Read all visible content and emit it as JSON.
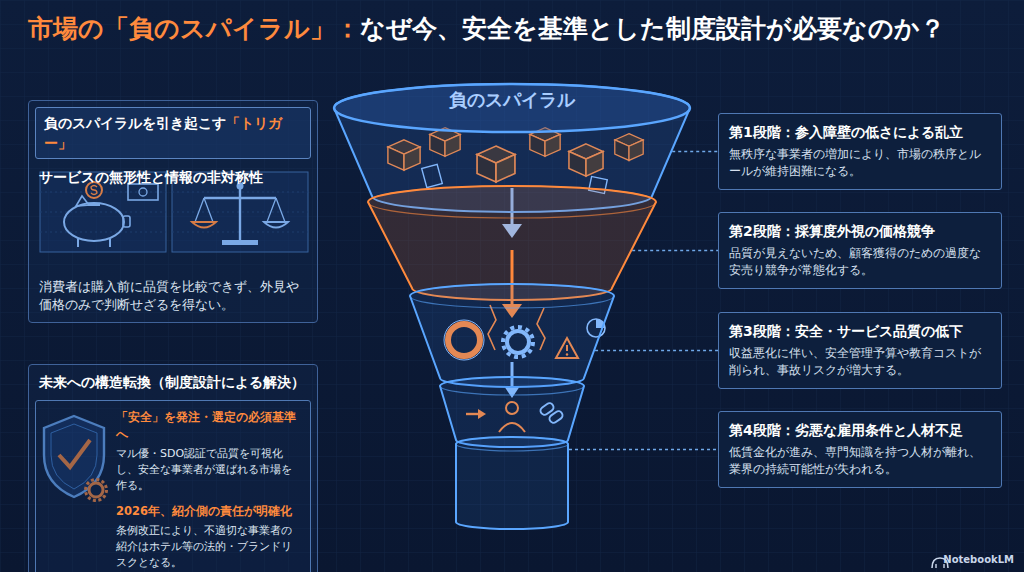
{
  "diagram": {
    "title": "市場の「負のスパイラル」：なぜ今、安全を基準とした制度設計が必要なのか？",
    "nodes": [
      {
        "text": [
          "サービスの無形性と情報の非対称性",
          "消費者は購入前に品質を比較できず、外見や価格のみで判断せざるを得ない。"
        ]
      },
      {
        "text": [
          "負のスパイラルを引き起こす「トリガー」"
        ],
        "in": 0
      },
      {
        "text": [
          "負のスパイラル"
        ]
      },
      {
        "text": [
          "第1段階：参入障壁の低さによる乱立",
          "無秩序な事業者の増加により、市場の秩序とルールが維持困難になる。"
        ]
      },
      {
        "text": [
          "第2段階：採算度外視の価格競争",
          "品質が見えないため、顧客獲得のための過度な安売り競争が常態化する。"
        ]
      },
      {
        "text": [
          "第3段階：安全・サービス品質の低下",
          "収益悪化に伴い、安全管理予算や教育コストが削られ、事故リスクが増大する。"
        ]
      },
      {
        "text": [
          "第4段階：劣悪な雇用条件と人材不足",
          "低賃金化が進み、専門知識を持つ人材が離れ、業界の持続可能性が失われる。"
        ]
      },
      {
        "text": [
          "未来への構造転換（制度設計による解決）"
        ]
      },
      {
        "text": [
          "「安全」を発注・選定の必須基準へ",
          "マル優・SDO認証で品質を可視化し、安全な事業者が選ばれる市場を作る。",
          "2026年、紹介側の責任が明確化",
          "条例改正により、不適切な事業者の紹介はホテル等の法的・ブランドリスクとなる。"
        ],
        "in": 7
      }
    ],
    "edges": [
      {
        "from": 2,
        "to": 3,
        "arrow": "none"
      },
      {
        "from": 2,
        "to": 4,
        "arrow": "none"
      },
      {
        "from": 2,
        "to": 5,
        "arrow": "none"
      },
      {
        "from": 2,
        "to": 6,
        "arrow": "none"
      }
    ],
    "labels": [
      "NotebookLM"
    ]
  }
}
